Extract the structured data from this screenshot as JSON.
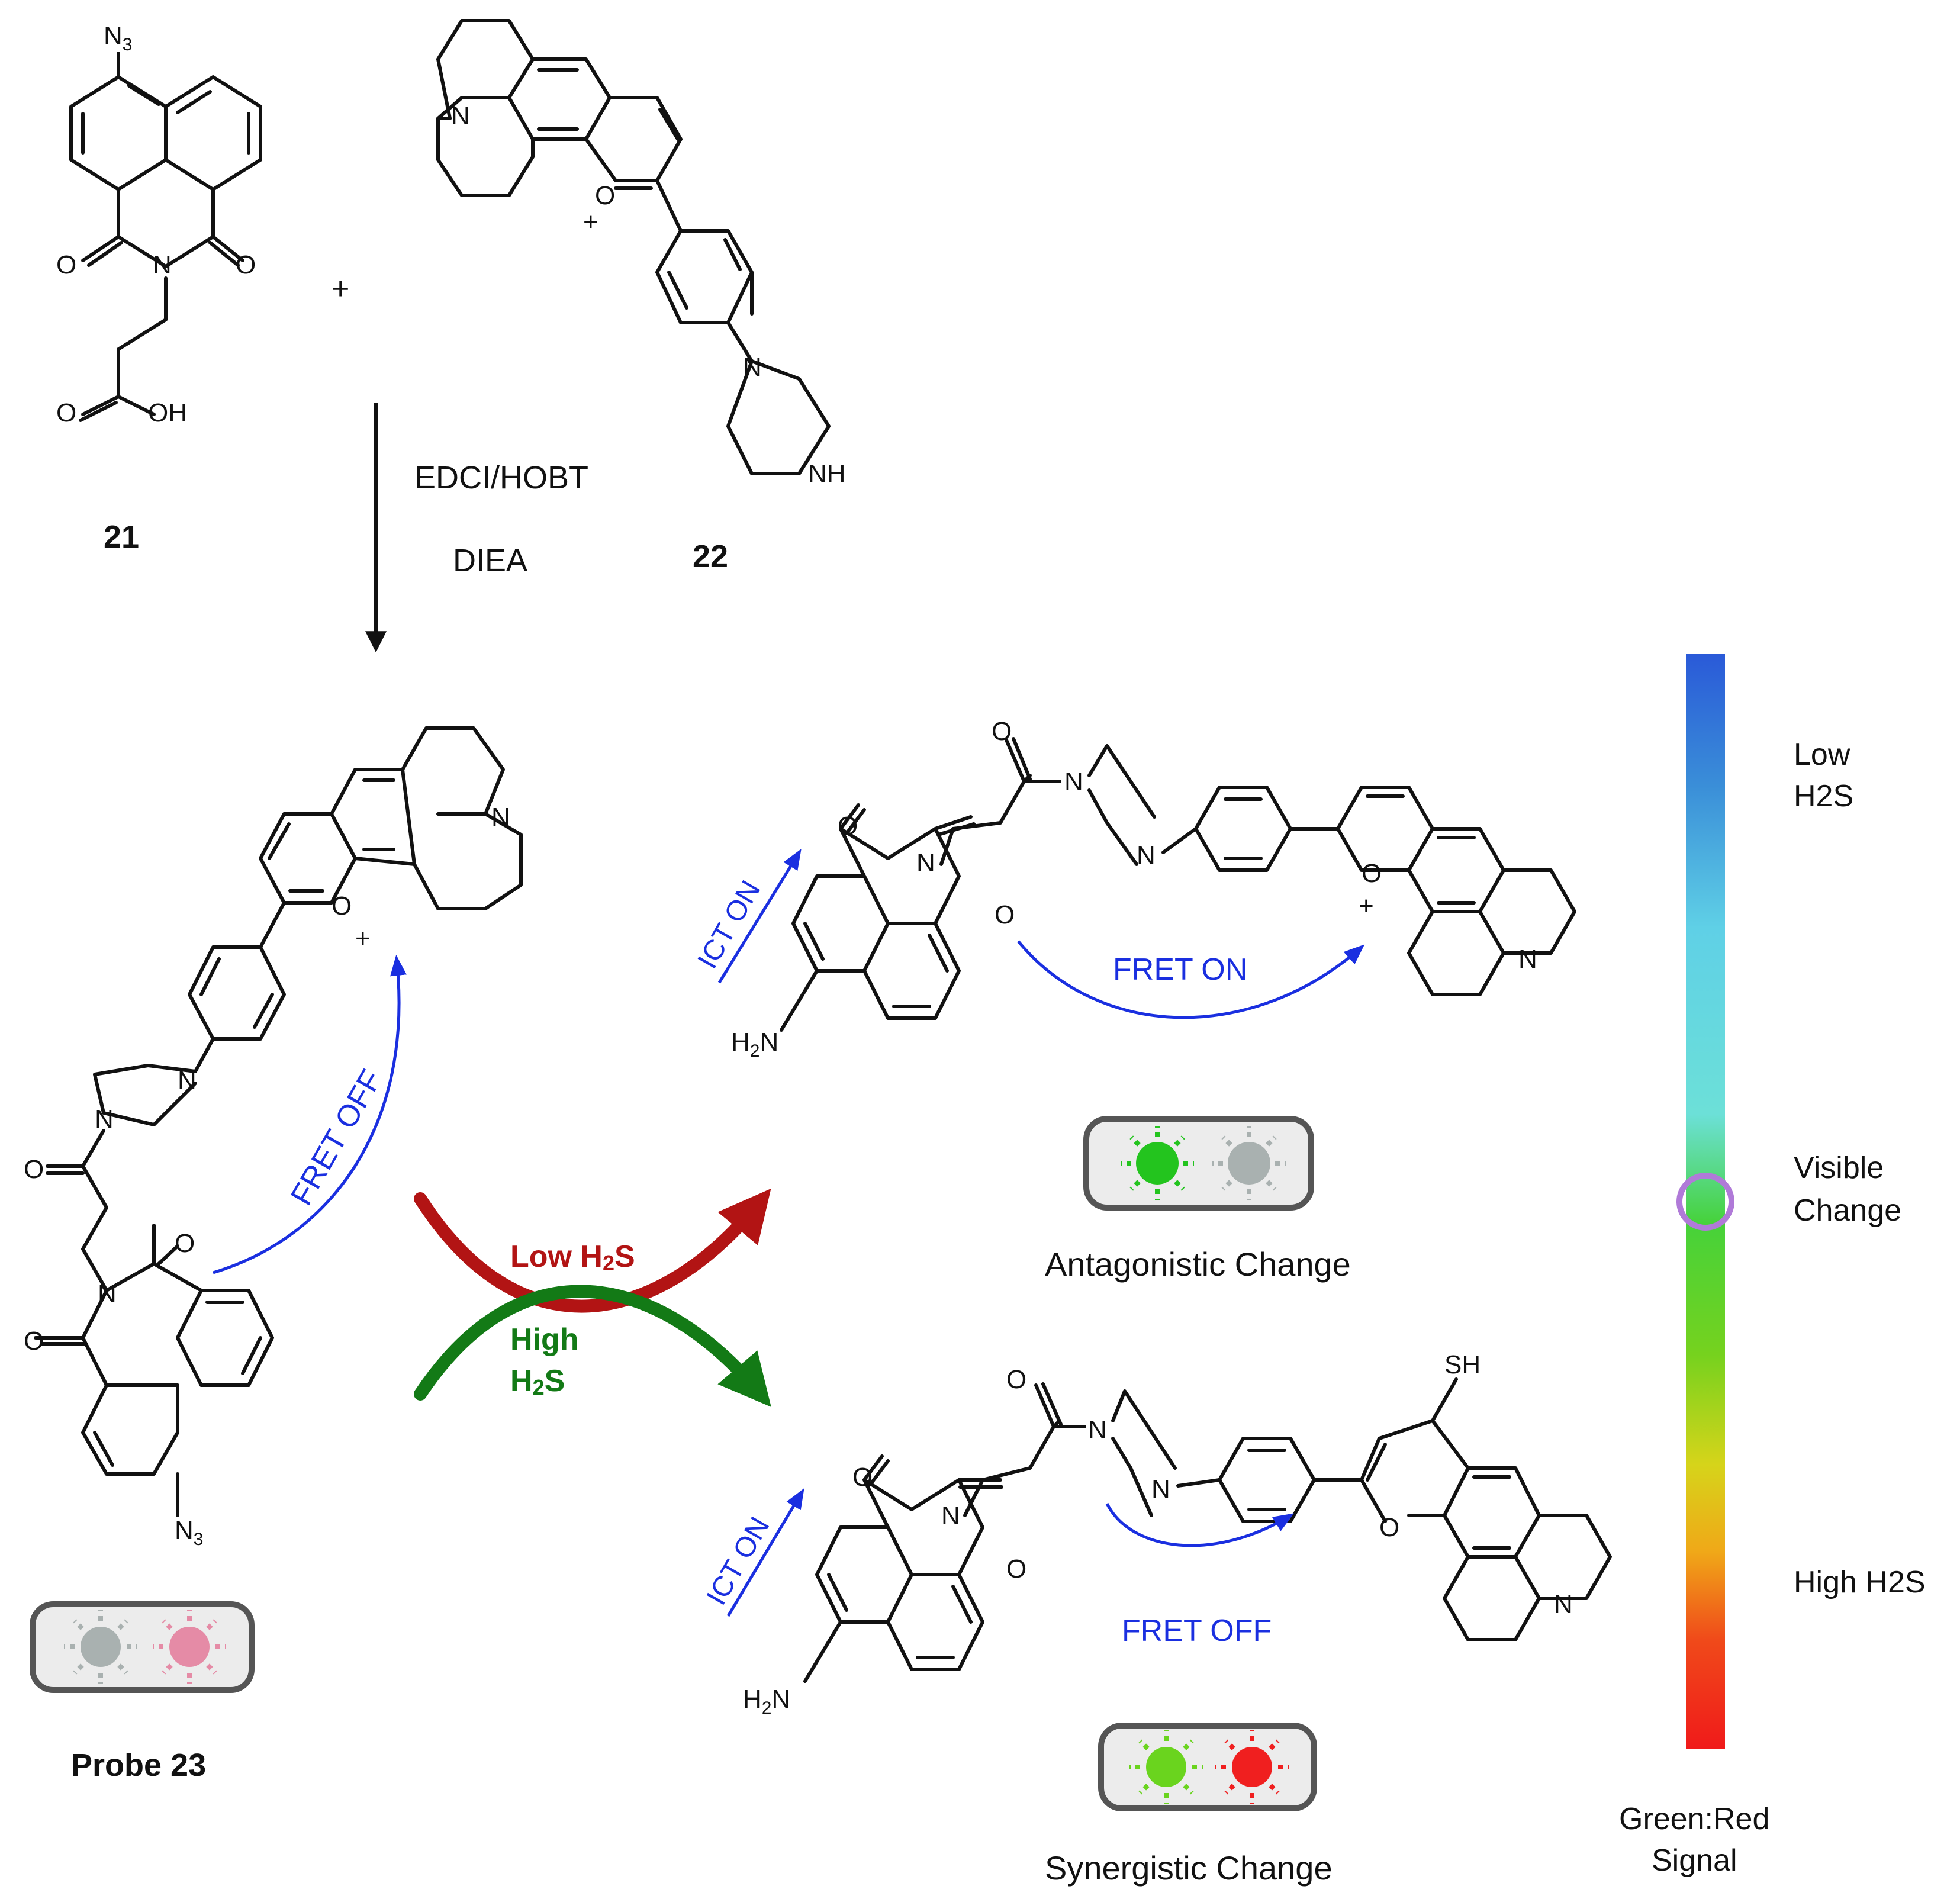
{
  "reactants": {
    "compound_21": {
      "label": "21",
      "substituent": "N3",
      "atoms": [
        "O",
        "N",
        "O",
        "O",
        "OH"
      ]
    },
    "plus": "+",
    "compound_22": {
      "label": "22",
      "atoms": [
        "N",
        "O",
        "+",
        "N",
        "NH"
      ]
    }
  },
  "conditions": {
    "line1": "EDCI/HOBT",
    "line2": "DIEA"
  },
  "probe": {
    "label": "Probe 23",
    "substituent": "N3",
    "fret_label": "FRET OFF",
    "atoms": [
      "N",
      "O",
      "+",
      "N",
      "N",
      "O",
      "N",
      "O",
      "O"
    ],
    "lights": [
      {
        "color": "#a9b1b0",
        "name": "grey-light-icon"
      },
      {
        "color": "#e58ba6",
        "name": "pink-light-icon"
      }
    ]
  },
  "pathways": {
    "low": {
      "label_main": "Low H",
      "label_sub": "2",
      "label_end": "S",
      "color": "#b21414"
    },
    "high": {
      "label_line1": "High",
      "label_main": "H",
      "label_sub": "2",
      "label_end": "S",
      "color": "#137a16"
    }
  },
  "product_top": {
    "ict_label": "ICT ON",
    "fret_label": "FRET ON",
    "amine_main": "H",
    "amine_sub": "2",
    "amine_end": "N",
    "atoms": [
      "O",
      "N",
      "O",
      "O",
      "N",
      "N",
      "O",
      "+",
      "N"
    ],
    "caption": "Antagonistic Change",
    "lights": [
      {
        "color": "#23c41e",
        "name": "green-light-icon"
      },
      {
        "color": "#a9b1b0",
        "name": "grey-light-icon"
      }
    ]
  },
  "product_bottom": {
    "ict_label": "ICT ON",
    "fret_label": "FRET OFF",
    "amine_main": "H",
    "amine_sub": "2",
    "amine_end": "N",
    "atoms": [
      "O",
      "N",
      "O",
      "O",
      "N",
      "N",
      "SH",
      "O",
      "N"
    ],
    "caption": "Synergistic Change",
    "lights": [
      {
        "color": "#6ad41e",
        "name": "green-light-icon"
      },
      {
        "color": "#f01f1f",
        "name": "red-light-icon"
      }
    ]
  },
  "signal_bar": {
    "labels": {
      "low_line1": "Low",
      "low_line2": "H2S",
      "visible_line1": "Visible",
      "visible_line2": "Change",
      "high": "High H2S"
    },
    "caption_line1": "Green:Red",
    "caption_line2": "Signal",
    "gradient": [
      "#2a5ad8",
      "#3a8ed8",
      "#5fd0e6",
      "#6ce0d8",
      "#46d23a",
      "#76d21e",
      "#d6d41a",
      "#f0a818",
      "#f04a1a",
      "#f01a1a"
    ],
    "marker_color": "#b07ad8"
  }
}
